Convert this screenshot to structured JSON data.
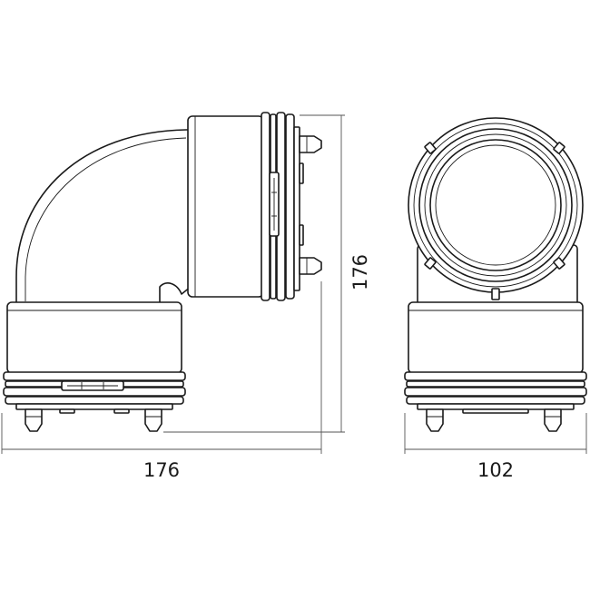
{
  "dimensions": {
    "side_width": "176",
    "side_height": "176",
    "front_width": "102"
  }
}
